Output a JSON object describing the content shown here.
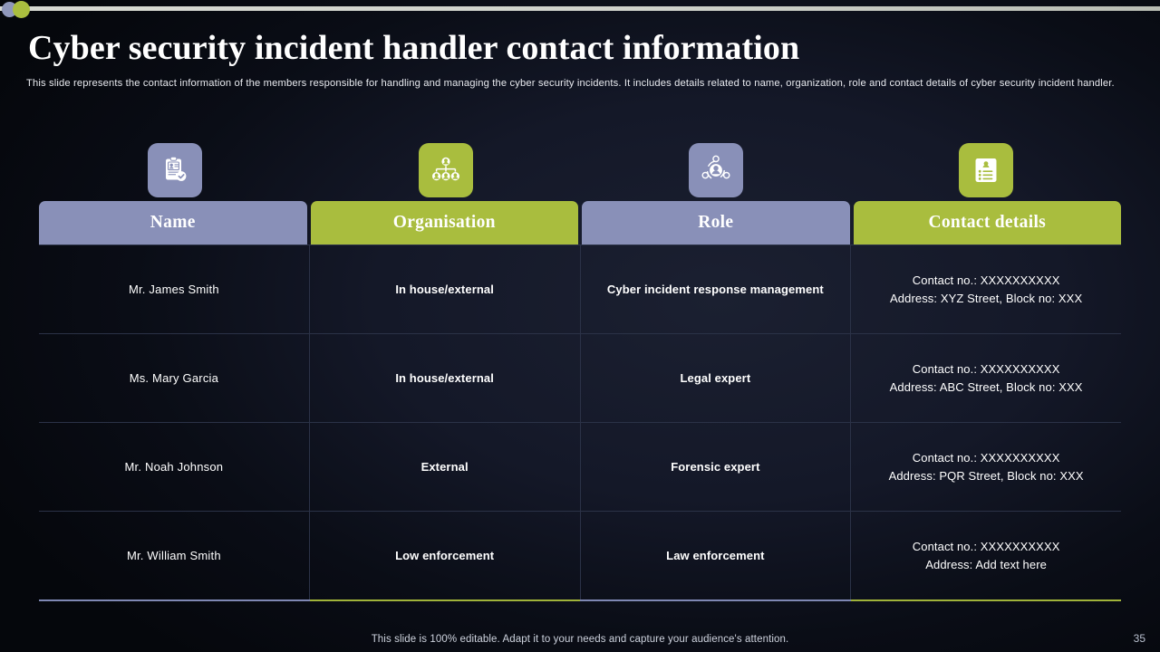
{
  "decor": {
    "dot_blue_color": "#8f97bb",
    "dot_green_color": "#aabe3f",
    "bar_color": "#d7d9d2"
  },
  "header": {
    "title": "Cyber security incident handler contact information",
    "subtitle": "This slide represents the contact information of the members responsible for handling and managing the cyber security incidents. It includes details related to name, organization, role and contact details of cyber security incident handler."
  },
  "icons": [
    {
      "name": "id-clipboard-icon",
      "style": "blue"
    },
    {
      "name": "org-chart-icon",
      "style": "green"
    },
    {
      "name": "user-role-icon",
      "style": "blue"
    },
    {
      "name": "contact-card-icon",
      "style": "green"
    }
  ],
  "table": {
    "columns": [
      {
        "label": "Name",
        "style": "blue"
      },
      {
        "label": "Organisation",
        "style": "green"
      },
      {
        "label": "Role",
        "style": "blue"
      },
      {
        "label": "Contact details",
        "style": "green"
      }
    ],
    "rows": [
      {
        "name": "Mr. James Smith",
        "organisation": "In house/external",
        "role": "Cyber incident response management",
        "contact_line1": "Contact no.: XXXXXXXXXX",
        "contact_line2": "Address: XYZ Street, Block no: XXX"
      },
      {
        "name": "Ms. Mary Garcia",
        "organisation": "In house/external",
        "role": "Legal expert",
        "contact_line1": "Contact no.: XXXXXXXXXX",
        "contact_line2": "Address: ABC Street, Block no: XXX"
      },
      {
        "name": "Mr. Noah Johnson",
        "organisation": "External",
        "role": "Forensic expert",
        "contact_line1": "Contact no.: XXXXXXXXXX",
        "contact_line2": "Address: PQR Street, Block no: XXX"
      },
      {
        "name": "Mr. William Smith",
        "organisation": "Low enforcement",
        "role": "Law enforcement",
        "contact_line1": "Contact no.: XXXXXXXXXX",
        "contact_line2": "Address: Add text here"
      }
    ]
  },
  "footer": {
    "note": "This slide is 100% editable. Adapt it to your needs and capture your audience's attention.",
    "page_number": "35"
  },
  "colors": {
    "blue": "#8990b8",
    "green": "#a9bd3e",
    "background": "#141828",
    "text": "#ffffff"
  }
}
